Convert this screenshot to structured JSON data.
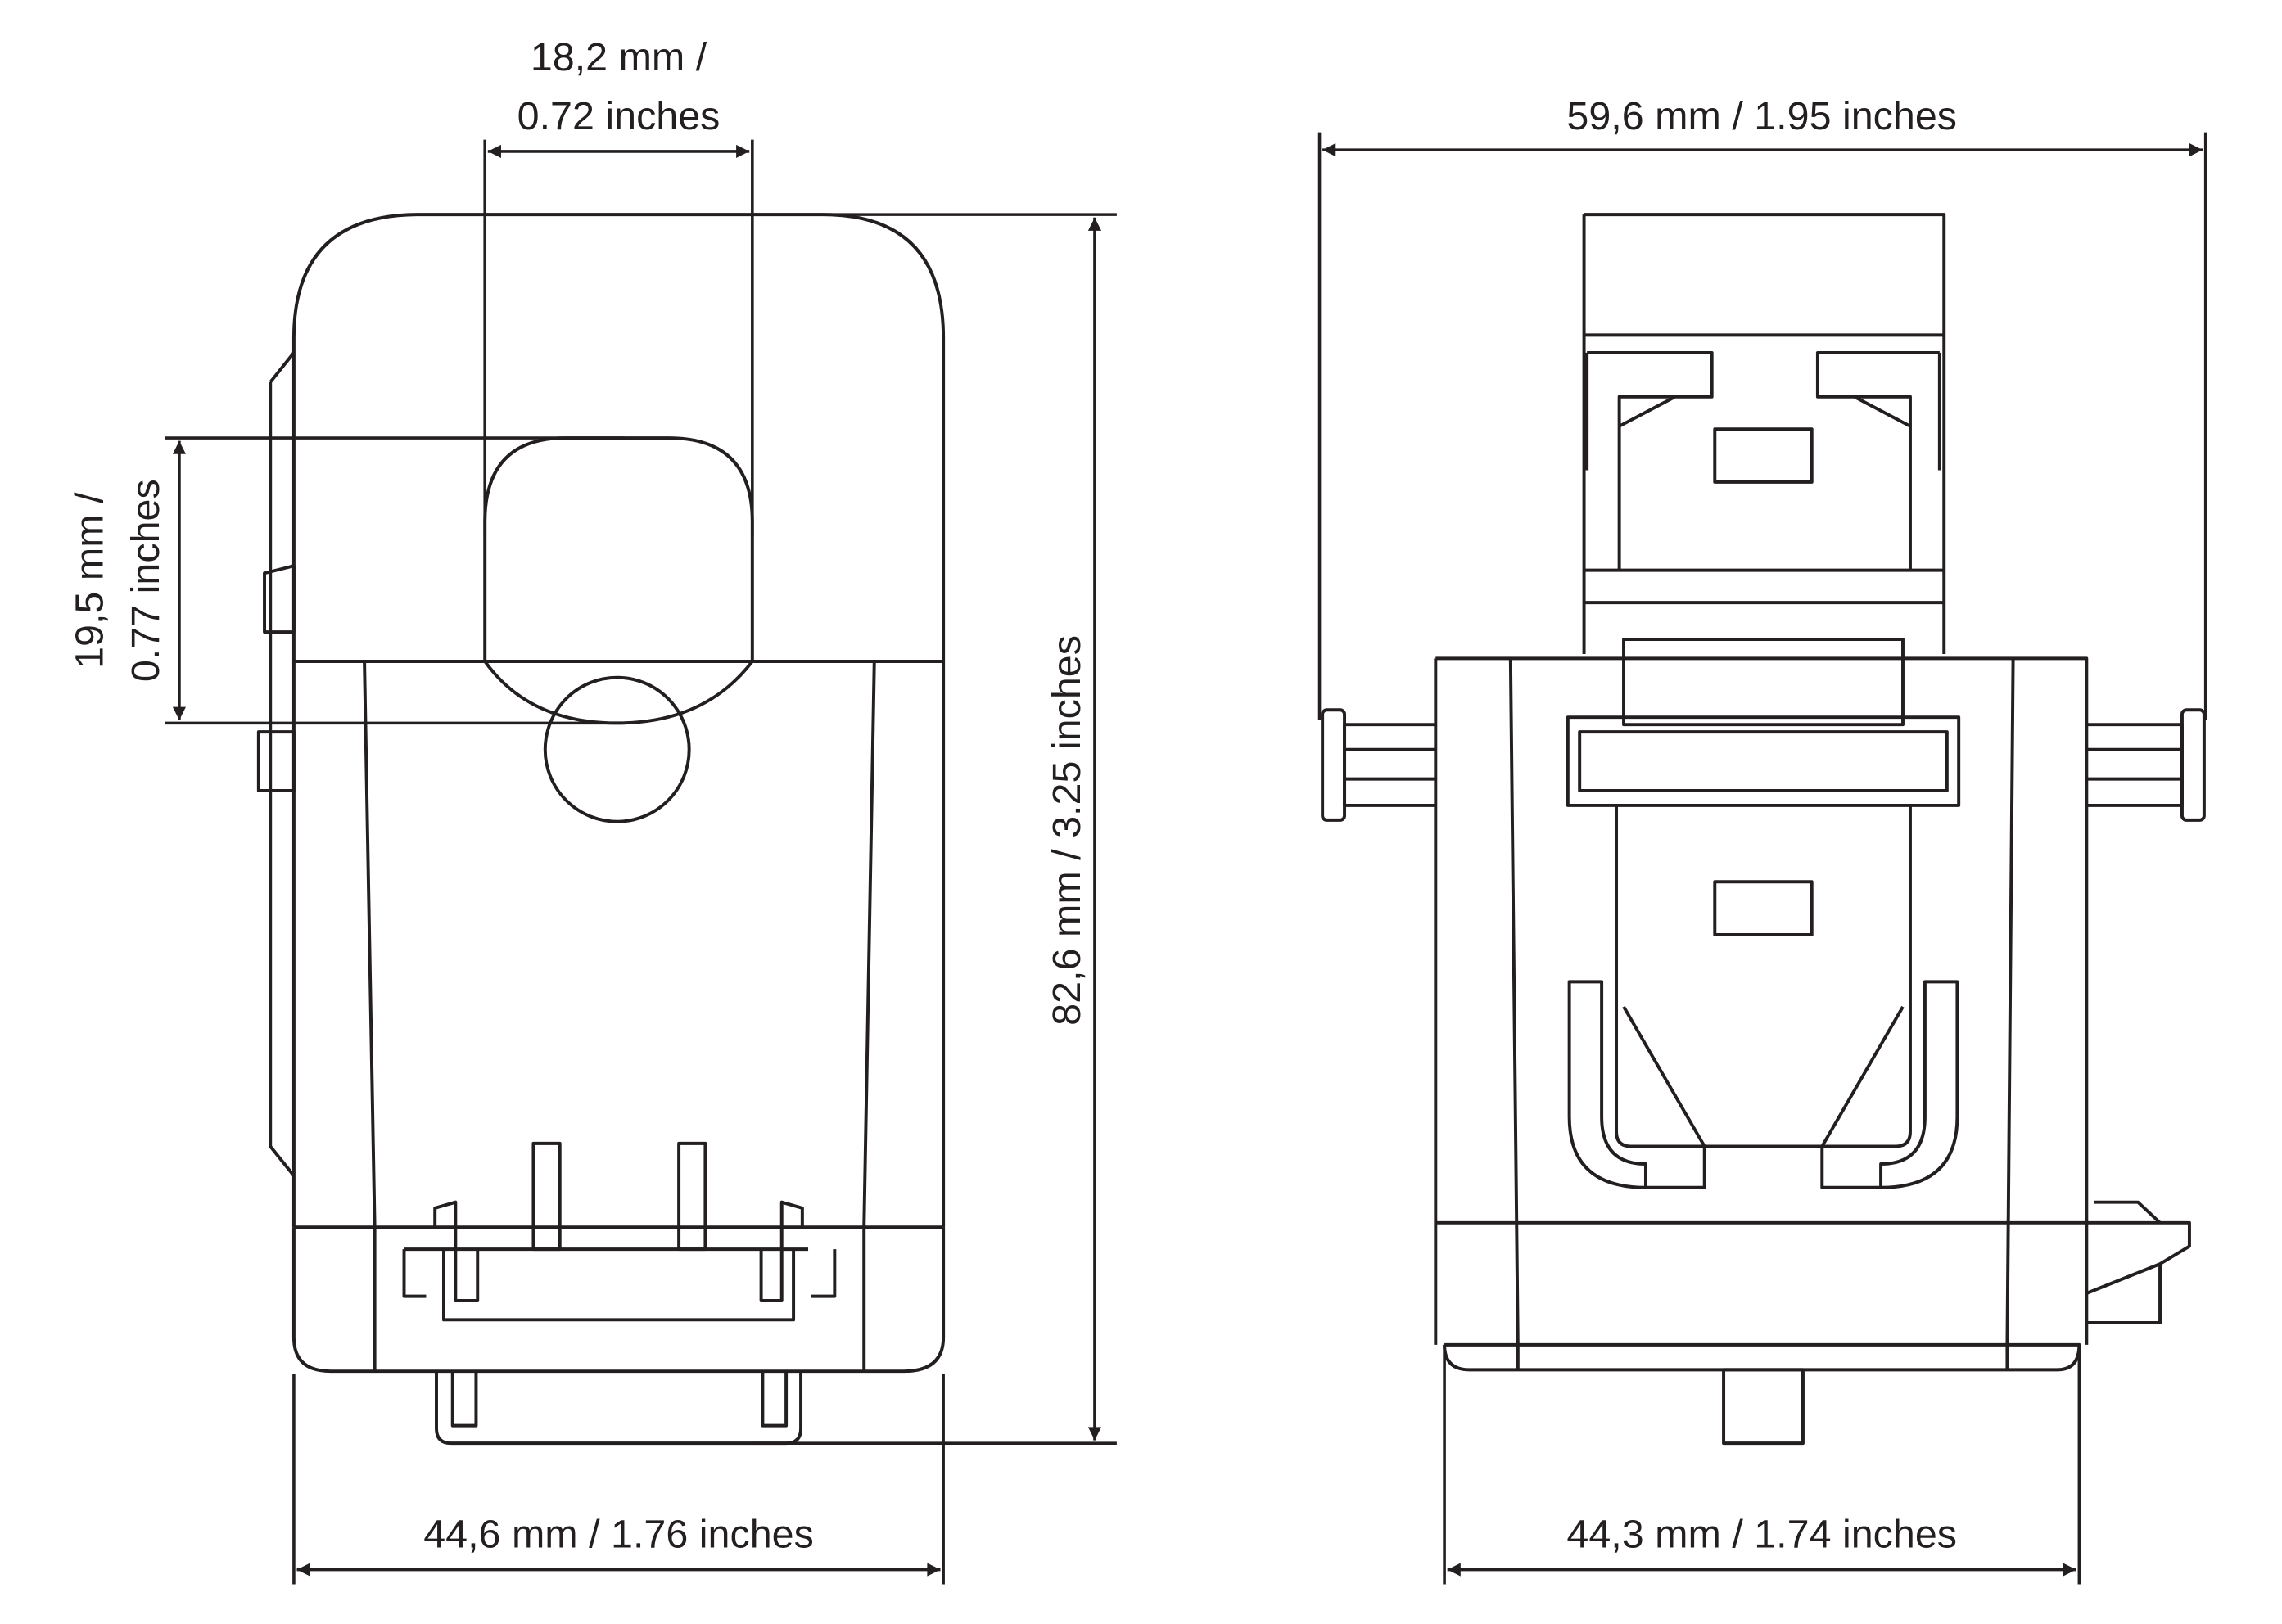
{
  "title": "Split-core current transformer dimensional drawing",
  "colors": {
    "line": "#231f20",
    "background": "#ffffff"
  },
  "dimensions": {
    "window_width_mm": "18,2 mm /",
    "window_width_in": "0.72 inches",
    "window_height_mm": "19,5 mm /",
    "window_height_in": "0.77 inches",
    "height": "82,6 mm / 3.25 inches",
    "front_width": "44,6 mm / 1.76 inches",
    "side_overall_width": "59,6 mm / 1.95 inches",
    "side_body_width": "44,3 mm / 1.74 inches"
  }
}
